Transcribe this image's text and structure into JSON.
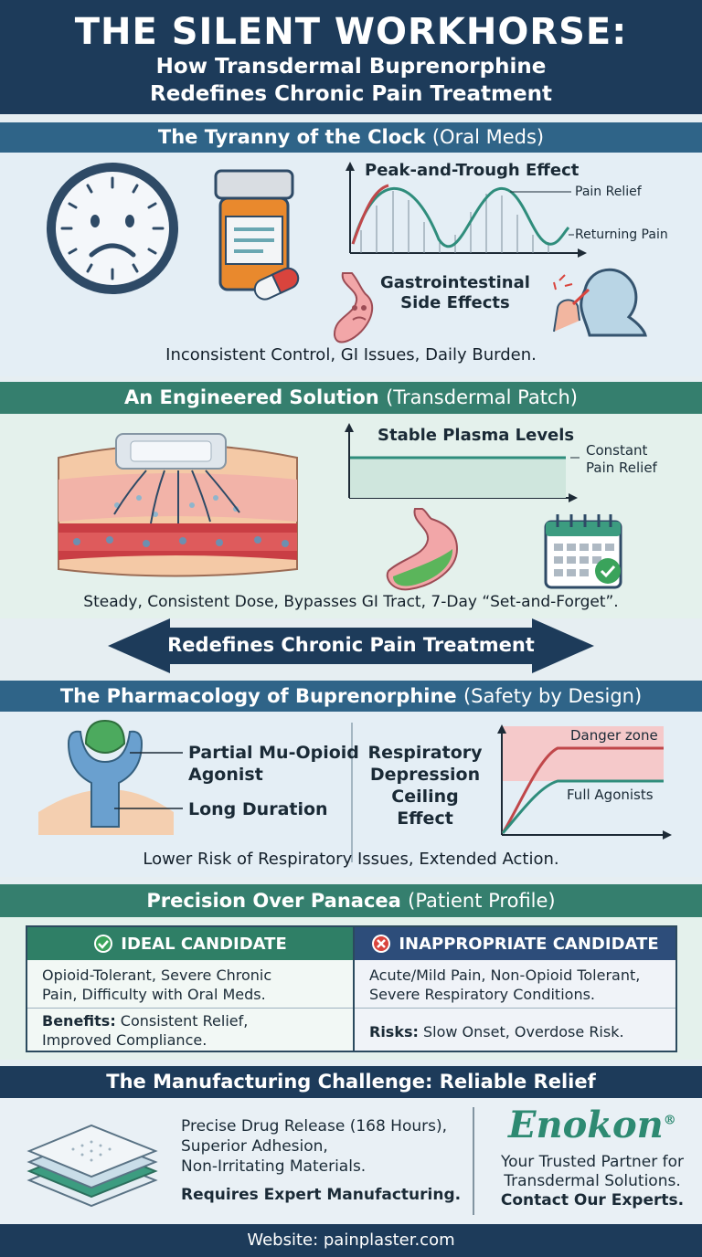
{
  "header": {
    "title": "THE SILENT WORKHORSE:",
    "subtitle_line1": "How Transdermal Buprenorphine",
    "subtitle_line2": "Redefines Chronic Pain Treatment"
  },
  "oral": {
    "heading_bold": "The Tyranny of the Clock",
    "heading_light": "(Oral Meds)",
    "chart_title": "Peak-and-Trough Effect",
    "label_relief": "Pain Relief",
    "label_returning": "Returning Pain",
    "gi_line1": "Gastrointestinal",
    "gi_line2": "Side Effects",
    "summary": "Inconsistent Control, GI Issues, Daily Burden."
  },
  "patch": {
    "heading_bold": "An Engineered Solution",
    "heading_light": "(Transdermal Patch)",
    "chart_title": "Stable Plasma Levels",
    "label_line1": "Constant",
    "label_line2": "Pain Relief",
    "summary": "Steady, Consistent Dose, Bypasses GI Tract, 7-Day “Set-and-Forget”."
  },
  "arrow_banner": "Redefines Chronic Pain Treatment",
  "pharm": {
    "heading_bold": "The Pharmacology of Buprenorphine",
    "heading_light": "(Safety by Design)",
    "agonist_line1": "Partial Mu-Opioid",
    "agonist_line2": "Agonist",
    "duration": "Long Duration",
    "resp_line1": "Respiratory",
    "resp_line2": "Depression",
    "resp_line3": "Ceiling Effect",
    "danger": "Danger zone",
    "full_agonists": "Full Agonists",
    "summary": "Lower Risk of Respiratory Issues, Extended Action."
  },
  "profile": {
    "heading_bold": "Precision Over Panacea",
    "heading_light": "(Patient Profile)",
    "ideal_header": "IDEAL CANDIDATE",
    "inappropriate_header": "INAPPROPRIATE CANDIDATE",
    "ideal_row1_line1": "Opioid-Tolerant, Severe Chronic",
    "ideal_row1_line2": "Pain, Difficulty with Oral Meds.",
    "ideal_row2_bold": "Benefits:",
    "ideal_row2_rest": " Consistent Relief,",
    "ideal_row2_line2": "Improved Compliance.",
    "inapp_row1_line1": "Acute/Mild Pain, Non-Opioid Tolerant,",
    "inapp_row1_line2": "Severe Respiratory Conditions.",
    "inapp_row2_bold": "Risks:",
    "inapp_row2_rest": " Slow Onset, Overdose Risk."
  },
  "manufacturing": {
    "heading": "The Manufacturing Challenge: Reliable Relief",
    "line1": "Precise Drug Release (168 Hours),",
    "line2": "Superior Adhesion,",
    "line3": "Non-Irritating Materials.",
    "bold_line": "Requires Expert Manufacturing.",
    "brand": "Enokon",
    "brand_mark": "®",
    "partner_line1": "Your Trusted Partner for",
    "partner_line2": "Transdermal Solutions.",
    "contact": "Contact Our Experts."
  },
  "footer": "Website: painplaster.com",
  "colors": {
    "navy": "#1d3b5a",
    "blue_bar": "#2f6488",
    "green_bar": "#357f6e",
    "brand_green": "#2e8a72",
    "ideal_green": "#2f7f66",
    "inapp_navy": "#2d4d7a"
  }
}
